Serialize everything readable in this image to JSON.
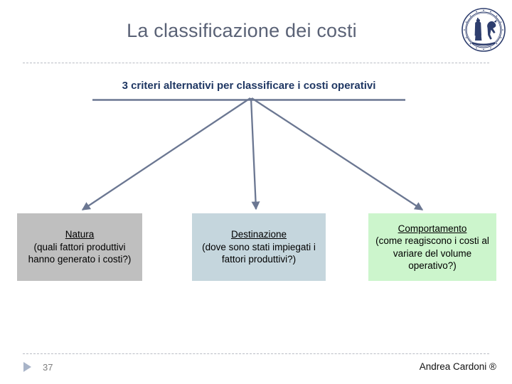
{
  "slide": {
    "title": "La classificazione dei costi",
    "subtitle": "3 criteri alternativi per classificare i costi operativi"
  },
  "logo": {
    "icon": "university-seal-icon",
    "color": "#2e3e6e"
  },
  "criteria": [
    {
      "name": "natura",
      "heading": "Natura",
      "description": "(quali fattori produttivi hanno generato i costi?)",
      "color": "#bfbfbf"
    },
    {
      "name": "destinazione",
      "heading": "Destinazione",
      "description": "(dove sono stati impiegati i fattori produttivi?)",
      "color": "#c5d6dd"
    },
    {
      "name": "comportamento",
      "heading": "Comportamento",
      "description": "(come reagiscono i costi al variare del volume operativo?)",
      "color": "#ccf5cc"
    }
  ],
  "connectors": {
    "color": "#6b7792",
    "arrow_count": 3
  },
  "footer": {
    "triangle_icon": "triangle-right-icon",
    "page_number": "37",
    "author": "Andrea Cardoni ®"
  }
}
